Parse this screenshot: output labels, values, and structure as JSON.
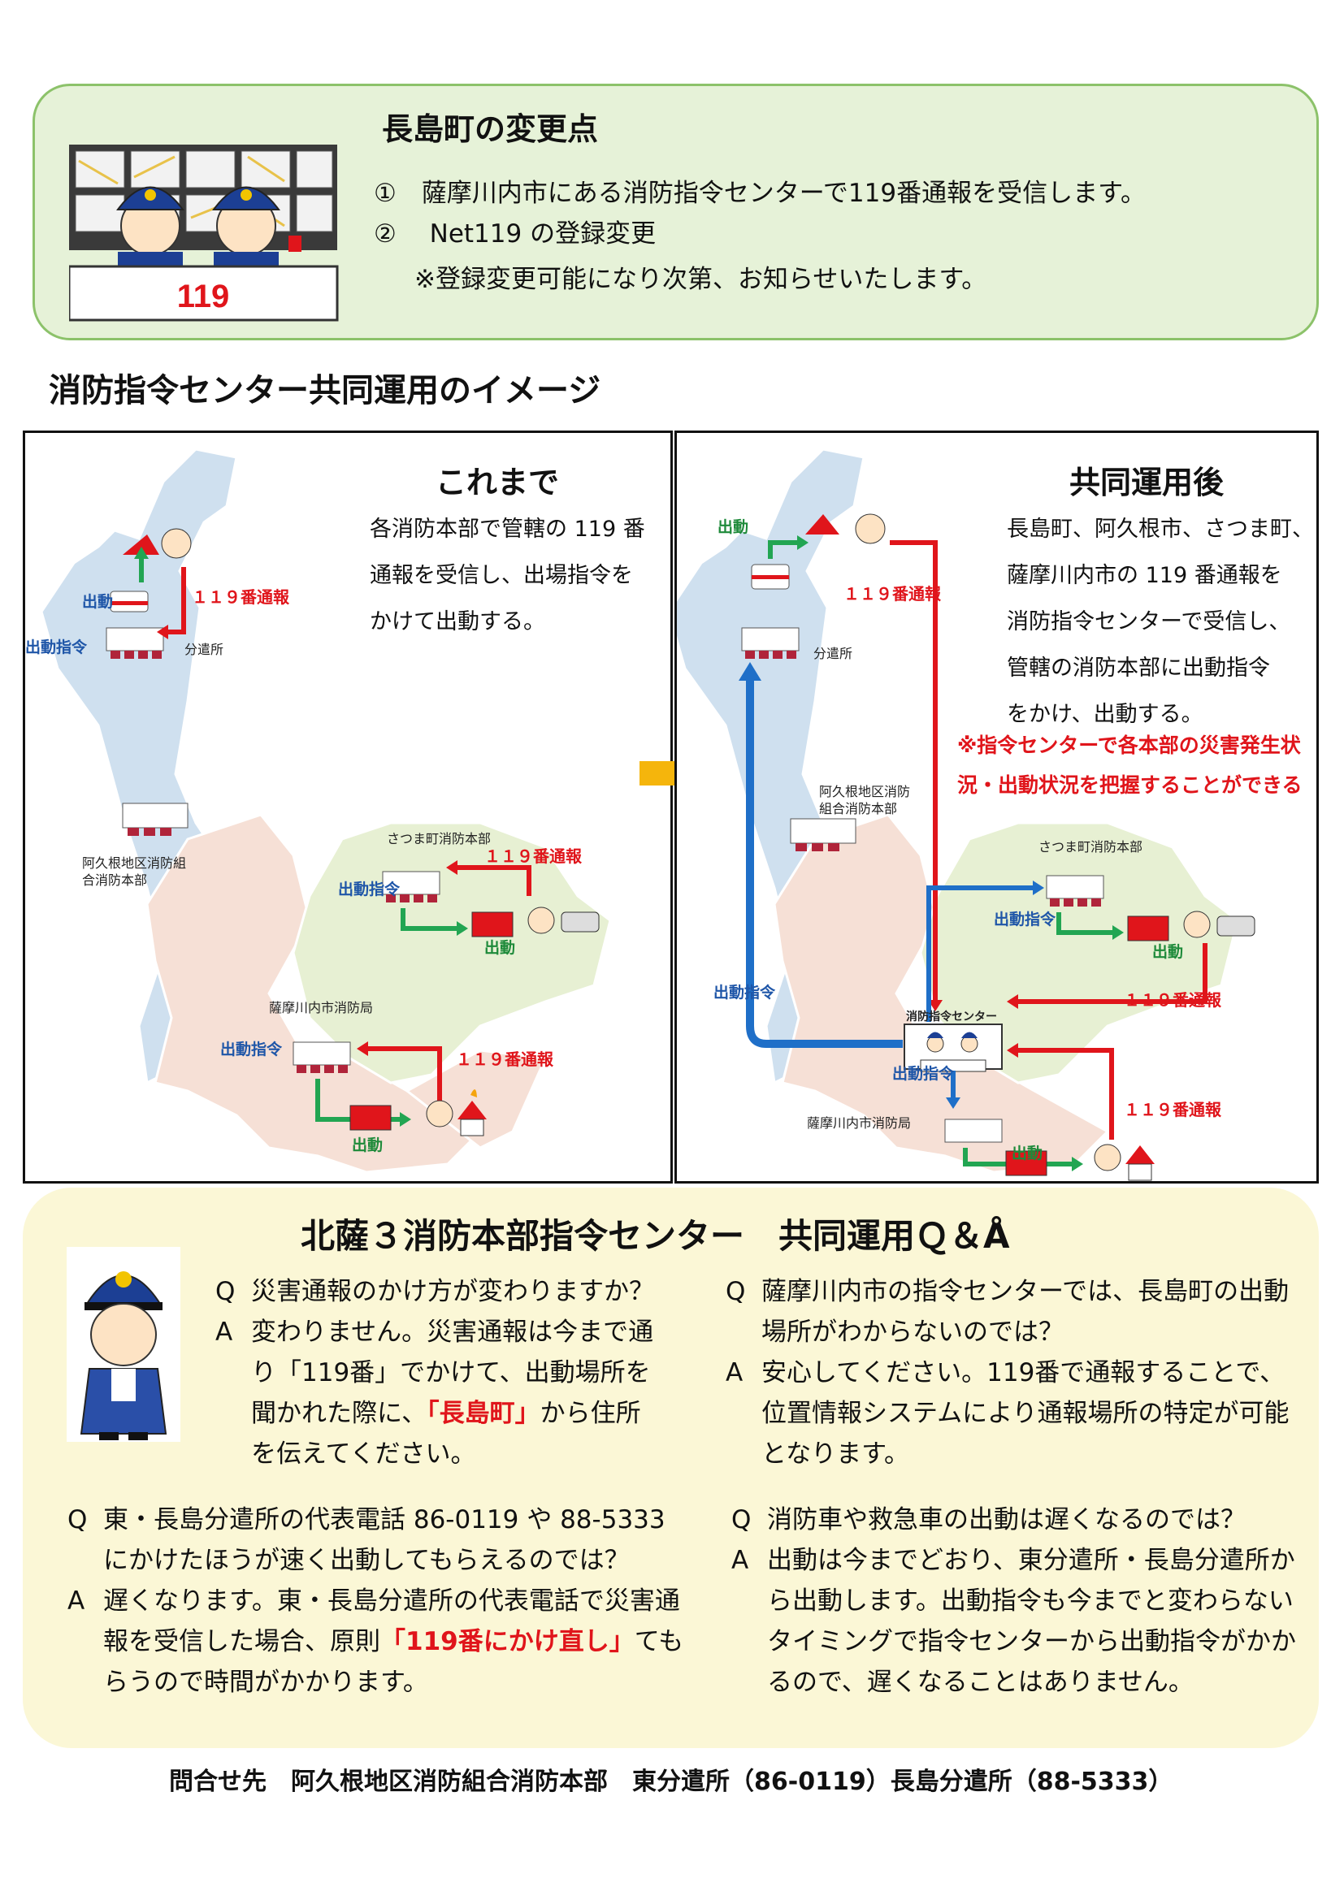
{
  "changes": {
    "title": "長島町の変更点",
    "item1": "①　薩摩川内市にある消防指令センターで119番通報を受信します。",
    "item2": "②　 Net119 の登録変更",
    "item2_note": "※登録変更可能になり次第、お知らせいたします。",
    "icon_sign": "119"
  },
  "section_heading": "消防指令センター共同運用のイメージ",
  "before": {
    "heading": "これまで",
    "desc": [
      "各消防本部で管轄の 119 番",
      "通報を受信し、出場指令を",
      "かけて出動する。"
    ],
    "labels": {
      "dispatch_order": "出動指令",
      "dispatch": "出動",
      "call_119": "１１９番通報",
      "branch": "分遣所",
      "akune": "阿久根地区消防組\n合消防本部",
      "satsuma": "さつま町消防本部",
      "sendai": "薩摩川内市消防局"
    }
  },
  "after": {
    "heading": "共同運用後",
    "desc": [
      "長島町、阿久根市、さつま町、",
      "薩摩川内市の 119 番通報を",
      "消防指令センターで受信し、",
      "管轄の消防本部に出動指令",
      "をかけ、出動する。"
    ],
    "note": [
      "※指令センターで各本部の災害発生状",
      "況・出動状況を把握することができる"
    ],
    "labels": {
      "dispatch_order": "出動指令",
      "dispatch": "出動",
      "call_119": "１１９番通報",
      "branch": "分遣所",
      "akune": "阿久根地区消防\n組合消防本部",
      "satsuma": "さつま町消防本部",
      "sendai": "薩摩川内市消防局",
      "center": "消防指令センター"
    }
  },
  "qa": {
    "title": "北薩３消防本部指令センター　共同運用Ｑ＆Å",
    "q1": {
      "q": "災害通報のかけ方が変わりますか？",
      "a_pre": "変わりません。災害通報は今まで通り「119番」でかけて、出動場所を聞かれた際に、",
      "a_red": "「長島町」",
      "a_post": "から住所を伝えてください。"
    },
    "q2": {
      "q": "薩摩川内市の指令センターでは、長島町の出動場所がわからないのでは？",
      "a": "安心してください。119番で通報することで、位置情報システムにより通報場所の特定が可能となります。"
    },
    "q3": {
      "q": "東・長島分遣所の代表電話 86-0119 や 88-5333 にかけたほうが速く出動してもらえるのでは？",
      "a_pre": "遅くなります。東・長島分遣所の代表電話で災害通報を受信した場合、原則",
      "a_red": "「119番にかけ直し」",
      "a_post": "てもらうので時間がかかります。"
    },
    "q4": {
      "q": "消防車や救急車の出動は遅くなるのでは？",
      "a": "出動は今までどおり、東分遣所・長島分遣所から出動します。出動指令も今までと変わらないタイミングで指令センターから出動指令がかかるので、遅くなることはありません。"
    },
    "q_mark": "Q",
    "a_mark": "A"
  },
  "footer": "問合せ先　阿久根地区消防組合消防本部　東分遣所（86-0119）長島分遣所（88-5333）",
  "colors": {
    "panel_green": "#e6f2d8",
    "qa_yellow": "#fbf7d6",
    "accent_red": "#e0151b",
    "accent_blue": "#1f56a8",
    "arrow_green": "#22a552",
    "arrow_orange": "#f5b50c"
  }
}
